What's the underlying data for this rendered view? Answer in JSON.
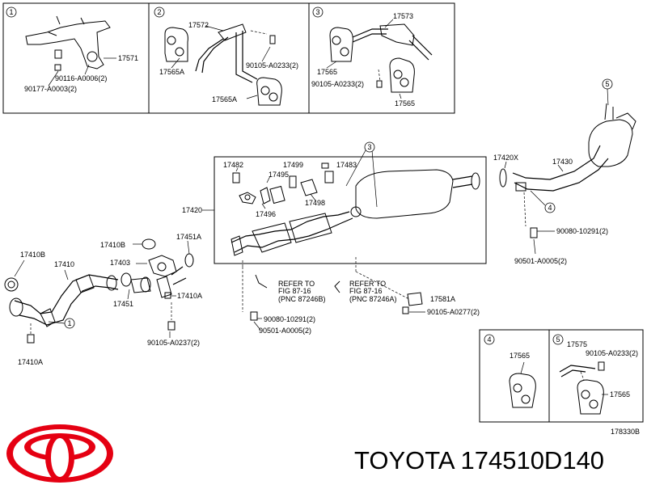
{
  "footer": {
    "brand_part": "TOYOTA 174510D140"
  },
  "drawing_code": "178330B",
  "callouts": {
    "c1": "1",
    "c2": "2",
    "c3": "3",
    "c4": "4",
    "c5": "5"
  },
  "box1": {
    "p1": "17571",
    "p2": "90116-A0006(2)",
    "p3": "90177-A0003(2)"
  },
  "box2": {
    "p1": "17572",
    "p2": "17565A",
    "p3": "90105-A0233(2)",
    "p4": "17565A"
  },
  "box3": {
    "p1": "17573",
    "p2": "17565",
    "p3": "90105-A0233(2)",
    "p4": "17565"
  },
  "box4": {
    "p1": "17565"
  },
  "box5": {
    "p1": "17575",
    "p2": "90105-A0233(2)",
    "p3": "17565"
  },
  "main": {
    "p17482": "17482",
    "p17499": "17499",
    "p17483": "17483",
    "p17495": "17495",
    "p17496": "17496",
    "p17498": "17498",
    "p17420": "17420",
    "p17420x": "17420X",
    "p17430": "17430",
    "p17410b_a": "17410B",
    "p17410b_b": "17410B",
    "p17451a": "17451A",
    "p17410": "17410",
    "p17403": "17403",
    "p17451": "17451",
    "p17410a_a": "17410A",
    "p17410a_b": "17410A",
    "p90105_0237": "90105-A0237(2)",
    "p90080_a": "90080-10291(2)",
    "p90501_a": "90501-A0005(2)",
    "p90080_b": "90080-10291(2)",
    "p90501_b": "90501-A0005(2)",
    "p17581a": "17581A",
    "p90105_0277": "90105-A0277(2)",
    "ref1_l1": "REFER TO",
    "ref1_l2": "FIG 87-16",
    "ref1_l3": "(PNC 87246B)",
    "ref2_l1": "REFER TO",
    "ref2_l2": "FIG 87-16",
    "ref2_l3": "(PNC 87246A)"
  }
}
